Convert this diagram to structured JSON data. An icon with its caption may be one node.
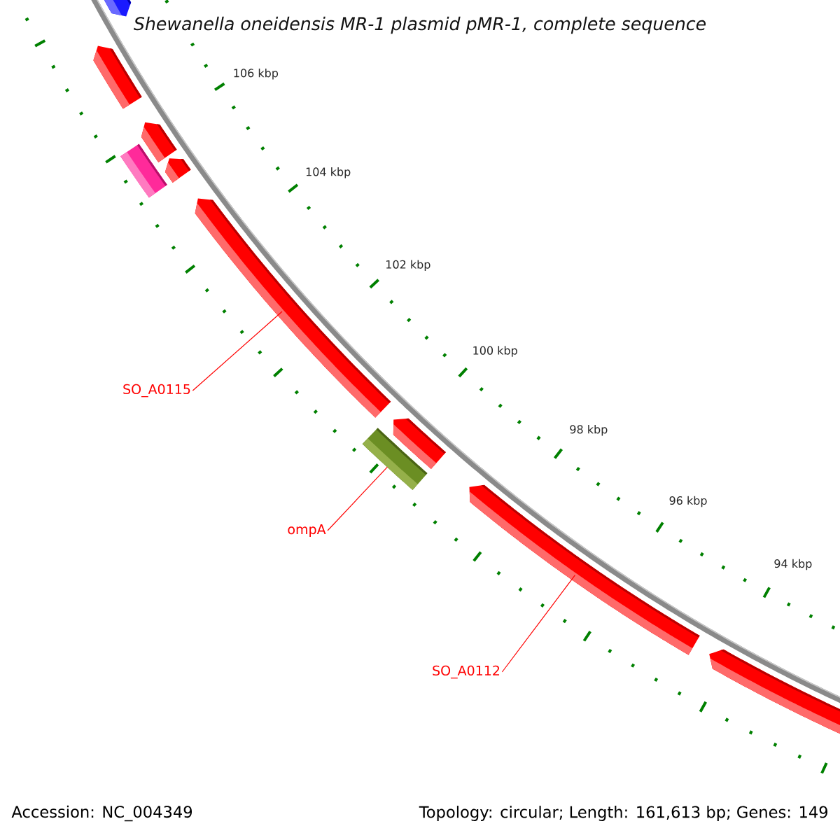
{
  "diagram": {
    "title": "Shewanella oneidensis MR-1 plasmid pMR-1, complete sequence",
    "nodes": [
      {
        "text": [],
        "shape": "arrow"
      },
      {
        "text": [],
        "shape": "arrow"
      },
      {
        "text": [],
        "shape": "arrow"
      },
      {
        "text": [],
        "shape": "arrow"
      },
      {
        "text": [],
        "shape": "bar"
      },
      {
        "text": [],
        "shape": "arrow"
      },
      {
        "text": [
          "SO_A0115"
        ]
      },
      {
        "text": [],
        "shape": "arrow"
      },
      {
        "text": [],
        "shape": "bar"
      },
      {
        "text": [
          "ompA"
        ]
      },
      {
        "text": [],
        "shape": "arrow"
      },
      {
        "text": [
          "SO_A0112"
        ]
      },
      {
        "text": [],
        "shape": "arrow"
      }
    ],
    "edges": [
      {
        "from": 6,
        "to": 5,
        "arrow": "none"
      },
      {
        "from": 9,
        "to": 8,
        "arrow": "none"
      },
      {
        "from": 11,
        "to": 10,
        "arrow": "none"
      }
    ],
    "labels": [
      "106 kbp",
      "104 kbp",
      "102 kbp",
      "100 kbp",
      "98 kbp",
      "96 kbp",
      "94 kbp",
      "Accession: NC_004349",
      "Topology: circular; Length: 161,613 bp; Genes: 149"
    ]
  }
}
